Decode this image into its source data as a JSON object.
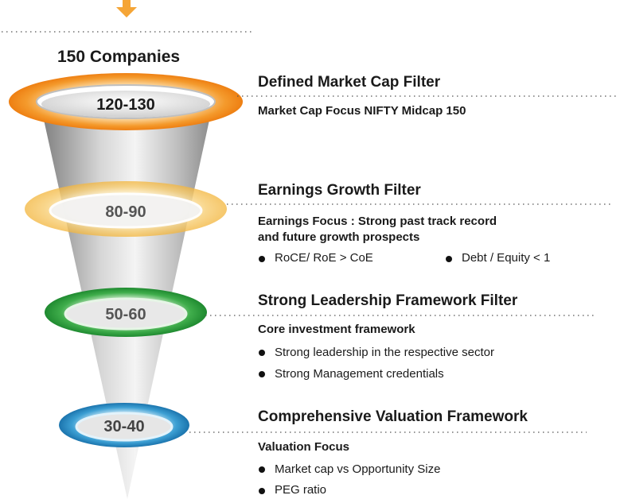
{
  "header": {
    "companies": "150 Companies"
  },
  "filters": [
    {
      "range": "120-130",
      "title": "Defined Market Cap Filter",
      "subtitle": "Market Cap Focus NIFTY Midcap 150",
      "bullets": [],
      "ring_color": "#f08a1e"
    },
    {
      "range": "80-90",
      "title": "Earnings Growth Filter",
      "subtitle_lines": [
        "Earnings Focus : Strong past track record",
        "and future growth prospects"
      ],
      "bullets": [
        "RoCE/  RoE > CoE",
        "Debt / Equity < 1"
      ],
      "ring_color": "#f5c45a"
    },
    {
      "range": "50-60",
      "title": "Strong Leadership Framework Filter",
      "subtitle": "Core investment framework",
      "bullets": [
        "Strong leadership in the respective sector",
        "Strong Management credentials"
      ],
      "ring_color": "#3aa847"
    },
    {
      "range": "30-40",
      "title": "Comprehensive Valuation Framework",
      "subtitle": "Valuation Focus",
      "bullets": [
        "Market cap vs Opportunity Size",
        "PEG ratio"
      ],
      "ring_color": "#2e90c8"
    }
  ],
  "colors": {
    "arrow": "#f5a536",
    "funnel_light": "#f2f2f2",
    "funnel_dark": "#8a8a8a"
  }
}
